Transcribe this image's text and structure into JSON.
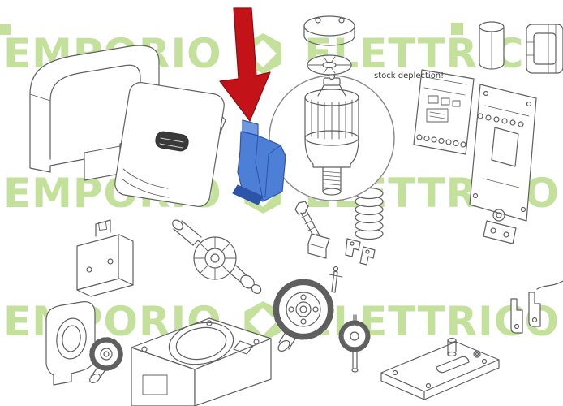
{
  "page": {
    "background": "#ffffff"
  },
  "watermark": {
    "left_text": "EMPORIO",
    "right_text": "ELETTRICO",
    "color": "#8dc63f"
  },
  "annotation": {
    "note_text": "stock deplection!"
  },
  "colors": {
    "arrow_red": "#c41318",
    "arrow_red_dark": "#8e0c10",
    "highlight_blue": "#4d7fd6",
    "highlight_blue_light": "#6f9ae2",
    "highlight_blue_dark": "#2d54a8",
    "line_gray": "#5f5f5f",
    "watermark_green": "#8dc63f"
  },
  "diagram": {
    "type": "exploded-parts-diagram",
    "parts": [
      "rear-housing-cover",
      "front-cover",
      "release-bracket-highlighted",
      "motor-assembly",
      "motor-cap",
      "fan-disc",
      "capacitor",
      "transformer",
      "control-board",
      "back-mounting-plate",
      "terminal-strip",
      "drive-shaft-bearing",
      "limit-switch-assembly",
      "spring",
      "drive-gear",
      "idler-wheel",
      "fixing-bracket",
      "gearbox-cover",
      "pinion-gear",
      "gearbox-body",
      "foundation-plate",
      "cable-clips"
    ]
  }
}
